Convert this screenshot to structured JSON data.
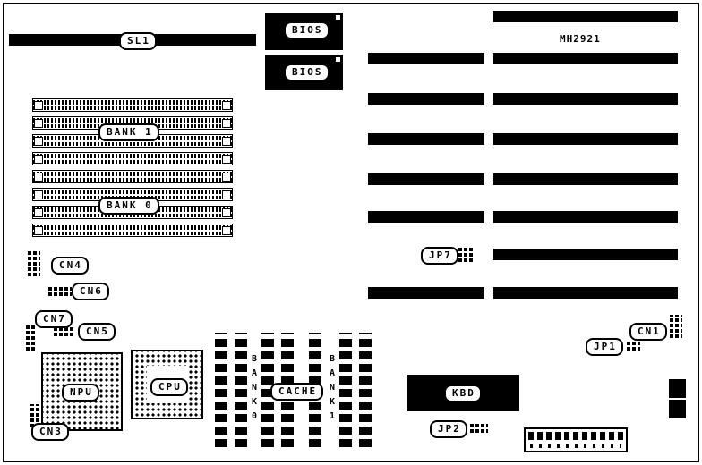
{
  "board": {
    "model_label": "MH2921",
    "slot_label": "SL1",
    "bios_labels": [
      "BIOS",
      "BIOS"
    ],
    "memory": {
      "bank1": "BANK 1",
      "bank0": "BANK 0"
    },
    "chips": {
      "npu": "NPU",
      "cpu": "CPU",
      "cache": "CACHE",
      "kbd": "KBD"
    },
    "cache_banks": {
      "bank0": "BANK0",
      "bank1": "BANK1"
    },
    "connectors": {
      "cn1": "CN1",
      "cn3": "CN3",
      "cn4": "CN4",
      "cn5": "CN5",
      "cn6": "CN6",
      "cn7": "CN7"
    },
    "jumpers": {
      "jp1": "JP1",
      "jp2": "JP2",
      "jp7": "JP7"
    }
  },
  "colors": {
    "line": "#000000",
    "fill": "#000000",
    "background": "#ffffff"
  }
}
